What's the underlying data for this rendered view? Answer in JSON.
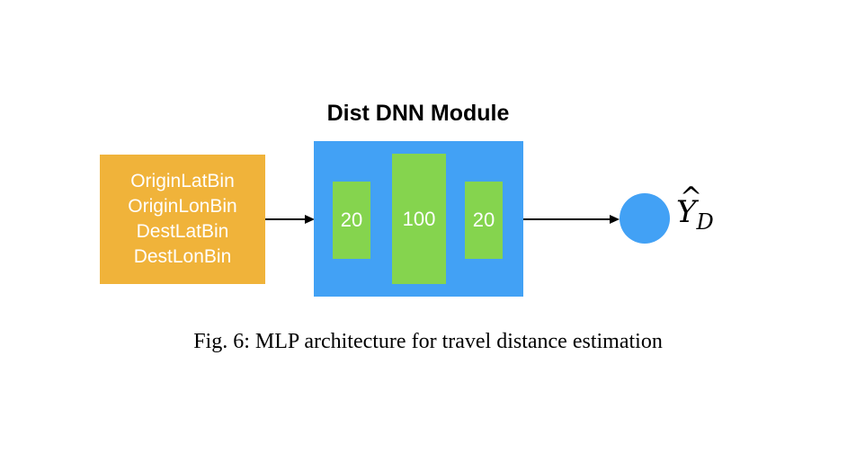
{
  "module_title": "Dist DNN Module",
  "inputs": [
    "OriginLatBin",
    "OriginLonBin",
    "DestLatBin",
    "DestLonBin"
  ],
  "layers": [
    {
      "units": "20"
    },
    {
      "units": "100"
    },
    {
      "units": "20"
    }
  ],
  "output": {
    "symbol": "Y",
    "hat": "^",
    "subscript": "D"
  },
  "caption": "Fig. 6: MLP architecture for travel distance estimation",
  "colors": {
    "input_box": "#f0b33a",
    "module_box": "#42a1f5",
    "layer": "#85d44e",
    "output_node": "#42a1f5",
    "arrow": "#000000"
  }
}
